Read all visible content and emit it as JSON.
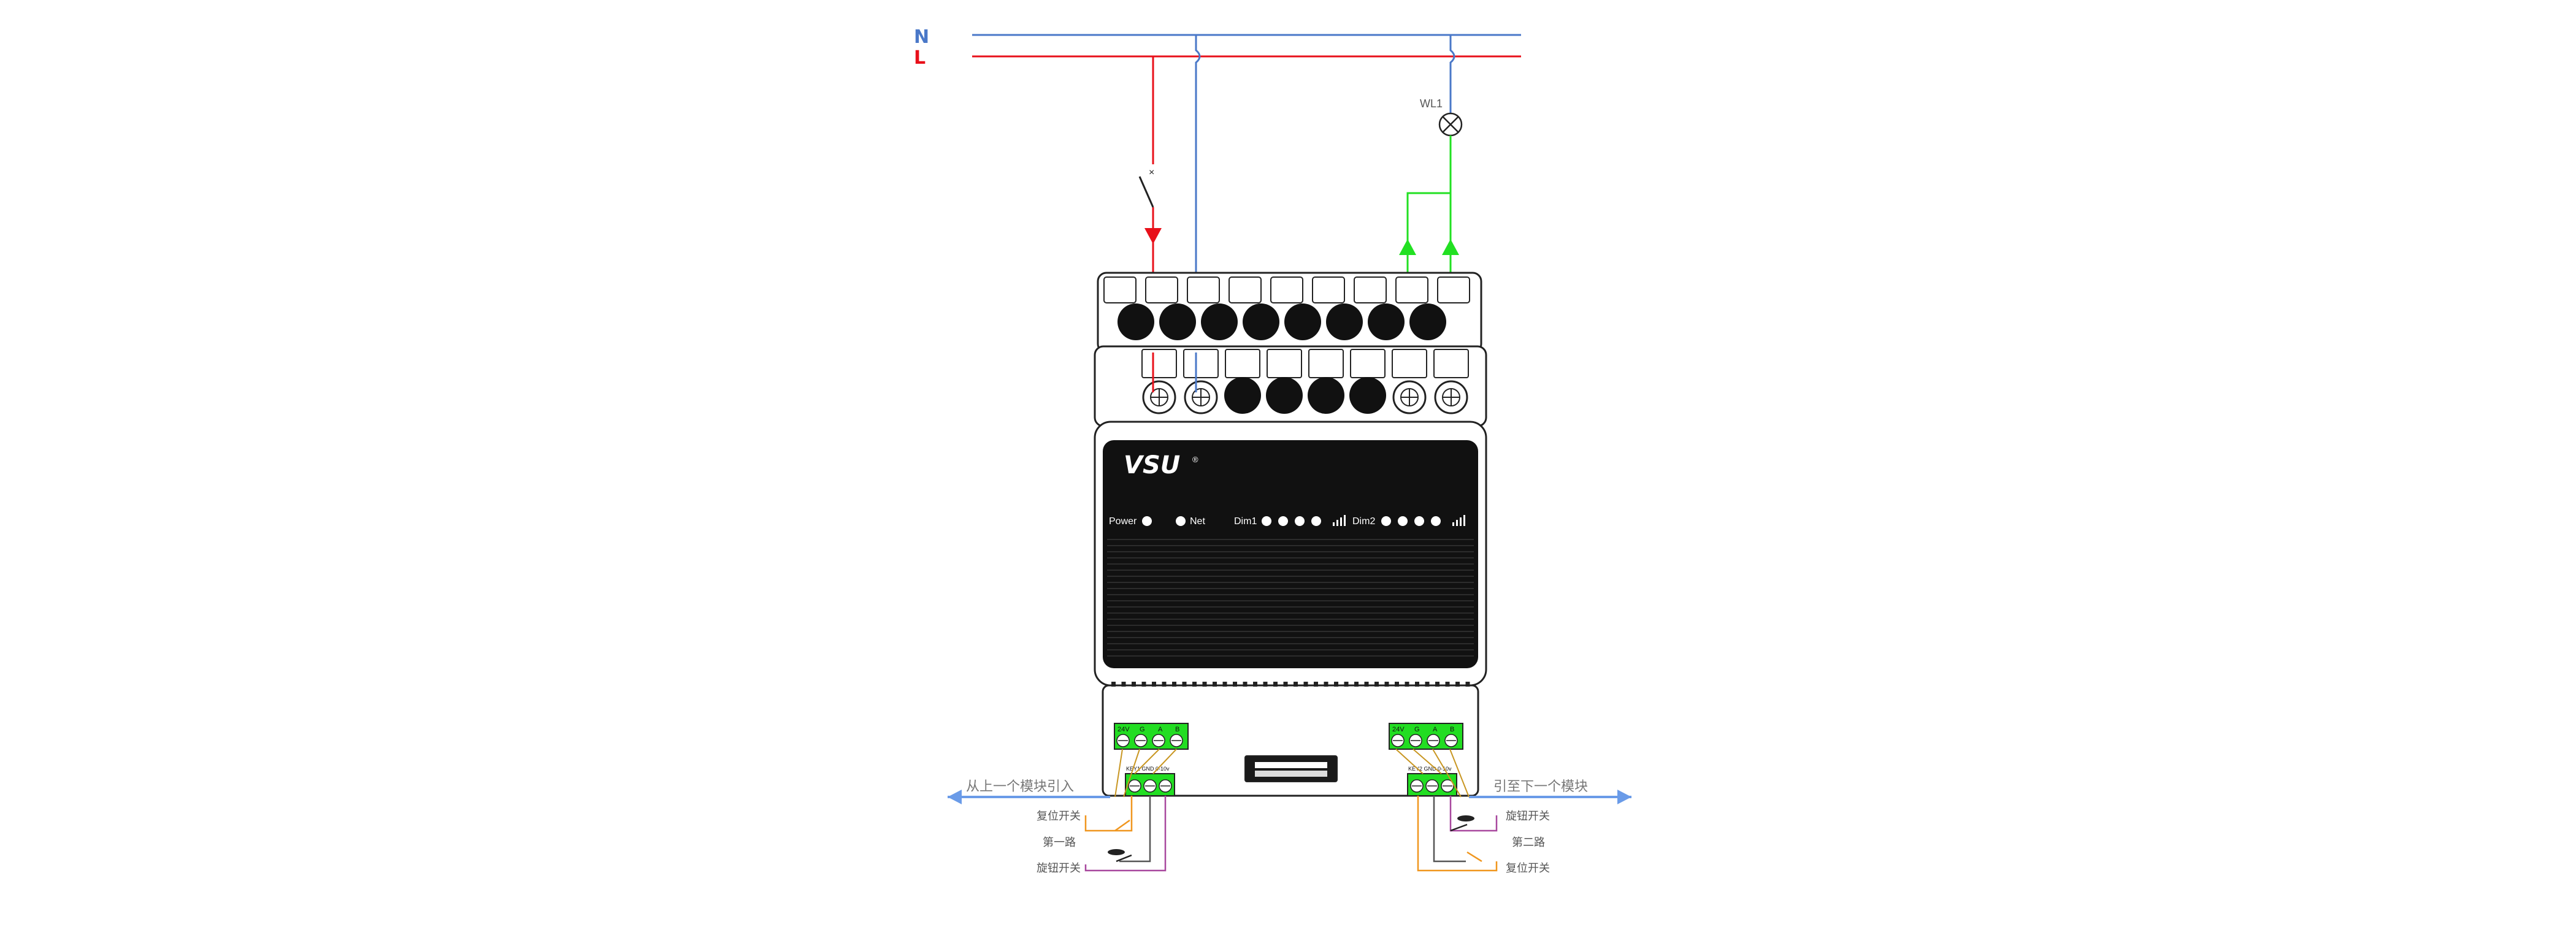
{
  "lines": {
    "neutral": "N",
    "live": "L"
  },
  "lamp_label": "WL1",
  "device": {
    "brand": "VSU",
    "registered_mark": "®",
    "indicators": {
      "power": "Power",
      "net": "Net",
      "dim1": "Dim1",
      "dim2": "Dim2"
    }
  },
  "terminals": {
    "bus_left": [
      "24V",
      "G",
      "A",
      "B"
    ],
    "bus_right": [
      "24V",
      "G",
      "A",
      "B"
    ],
    "key_left": "KEY1 GND 0-10v",
    "key_right": "KEY2 GND 0-10v"
  },
  "annotations": {
    "from_prev": "从上一个模块引入",
    "to_next": "引至下一个模块",
    "reset_switch": "复位开关",
    "knob_switch": "旋钮开关",
    "channel_1": "第一路",
    "channel_2": "第二路"
  },
  "colors": {
    "neutral": "#4a78c8",
    "live": "#e8101a",
    "load": "#22e022",
    "bus_arrow": "#6a9be8",
    "orange_wire": "#f0961e",
    "purple_wire": "#a8489e",
    "device_face": "#111111",
    "terminal_green": "#22dd22"
  }
}
